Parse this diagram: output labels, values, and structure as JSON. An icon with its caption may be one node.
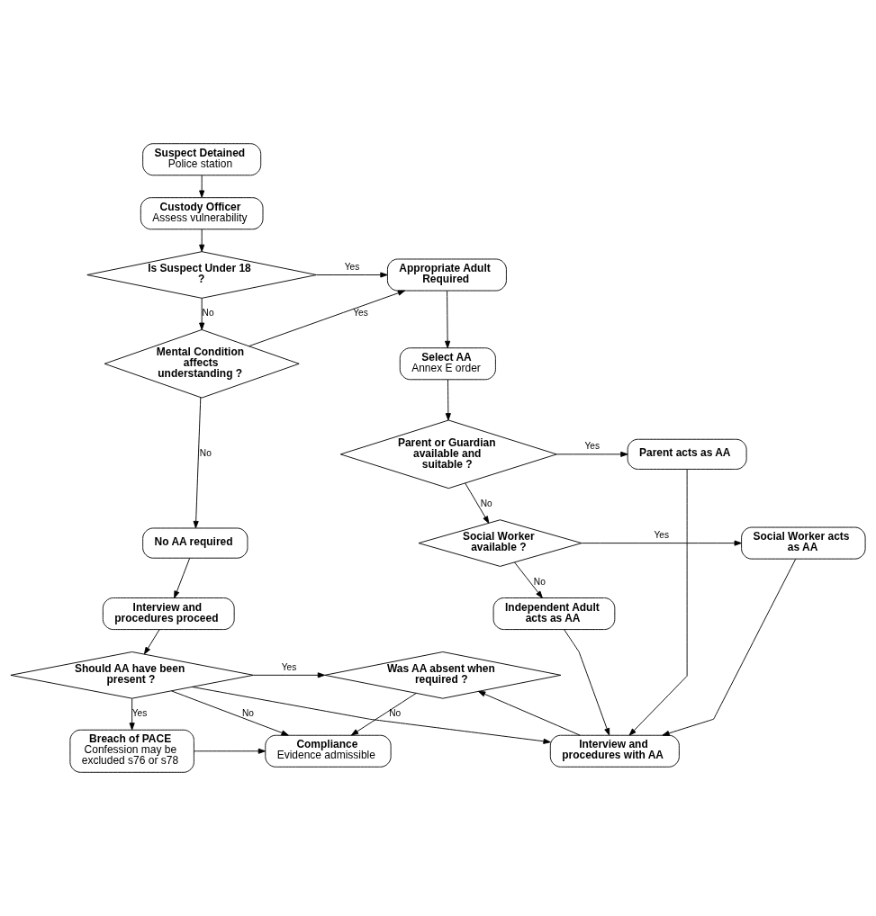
{
  "diagram": {
    "nodes": [
      {
        "text": [
          "Suspect Detained",
          "Police station"
        ]
      },
      {
        "text": [
          "Custody Officer",
          "Assess vulnerability"
        ]
      },
      {
        "text": [
          "Is Suspect Under 18 ?"
        ]
      },
      {
        "text": [
          "Appropriate Adult Required"
        ]
      },
      {
        "text": [
          "Mental Condition affects understanding ?"
        ]
      },
      {
        "text": [
          "Select AA",
          "Annex E order"
        ]
      },
      {
        "text": [
          "Parent or Guardian available and suitable ?"
        ]
      },
      {
        "text": [
          "Parent acts as AA"
        ]
      },
      {
        "text": [
          "No AA required"
        ]
      },
      {
        "text": [
          "Social Worker available ?"
        ]
      },
      {
        "text": [
          "Social Worker acts as AA"
        ]
      },
      {
        "text": [
          "Interview and procedures proceed"
        ]
      },
      {
        "text": [
          "Independent Adult acts as AA"
        ]
      },
      {
        "text": [
          "Interview and procedures with AA"
        ]
      },
      {
        "text": [
          "Should AA have been present ?"
        ]
      },
      {
        "text": [
          "Was AA absent when required ?"
        ]
      },
      {
        "text": [
          "Breach of PACE",
          "Confession may be excluded s76 or s78"
        ]
      },
      {
        "text": [
          "Compliance",
          "Evidence admissible"
        ]
      }
    ],
    "edges": [
      {
        "from": 0,
        "to": 1,
        "arrow": "to"
      },
      {
        "from": 1,
        "to": 2,
        "arrow": "to"
      },
      {
        "from": 2,
        "to": 3,
        "arrow": "to",
        "label": "Yes"
      },
      {
        "from": 2,
        "to": 4,
        "arrow": "to",
        "label": "No"
      },
      {
        "from": 4,
        "to": 3,
        "arrow": "to",
        "label": "Yes"
      },
      {
        "from": 4,
        "to": 8,
        "arrow": "to",
        "label": "No"
      },
      {
        "from": 3,
        "to": 5,
        "arrow": "to"
      },
      {
        "from": 5,
        "to": 6,
        "arrow": "to"
      },
      {
        "from": 6,
        "to": 7,
        "arrow": "to",
        "label": "Yes"
      },
      {
        "from": 6,
        "to": 9,
        "arrow": "to",
        "label": "No"
      },
      {
        "from": 8,
        "to": 11,
        "arrow": "to"
      },
      {
        "from": 9,
        "to": 10,
        "arrow": "to",
        "label": "Yes"
      },
      {
        "from": 9,
        "to": 12,
        "arrow": "to",
        "label": "No"
      },
      {
        "from": 7,
        "to": 13,
        "arrow": "to"
      },
      {
        "from": 10,
        "to": 13,
        "arrow": "to"
      },
      {
        "from": 12,
        "to": 13,
        "arrow": "to"
      },
      {
        "from": 11,
        "to": 14,
        "arrow": "to"
      },
      {
        "from": 13,
        "to": 15,
        "arrow": "to"
      },
      {
        "from": 14,
        "to": 16,
        "arrow": "to",
        "label": "Yes"
      },
      {
        "from": 14,
        "to": 15,
        "arrow": "to",
        "label": "Yes"
      },
      {
        "from": 15,
        "to": 17,
        "arrow": "to",
        "label": "No"
      },
      {
        "from": 16,
        "to": 17,
        "arrow": "to"
      },
      {
        "from": 14,
        "to": 17,
        "arrow": "to",
        "label": "No"
      },
      {
        "from": 14,
        "to": 13,
        "arrow": "to"
      }
    ]
  }
}
